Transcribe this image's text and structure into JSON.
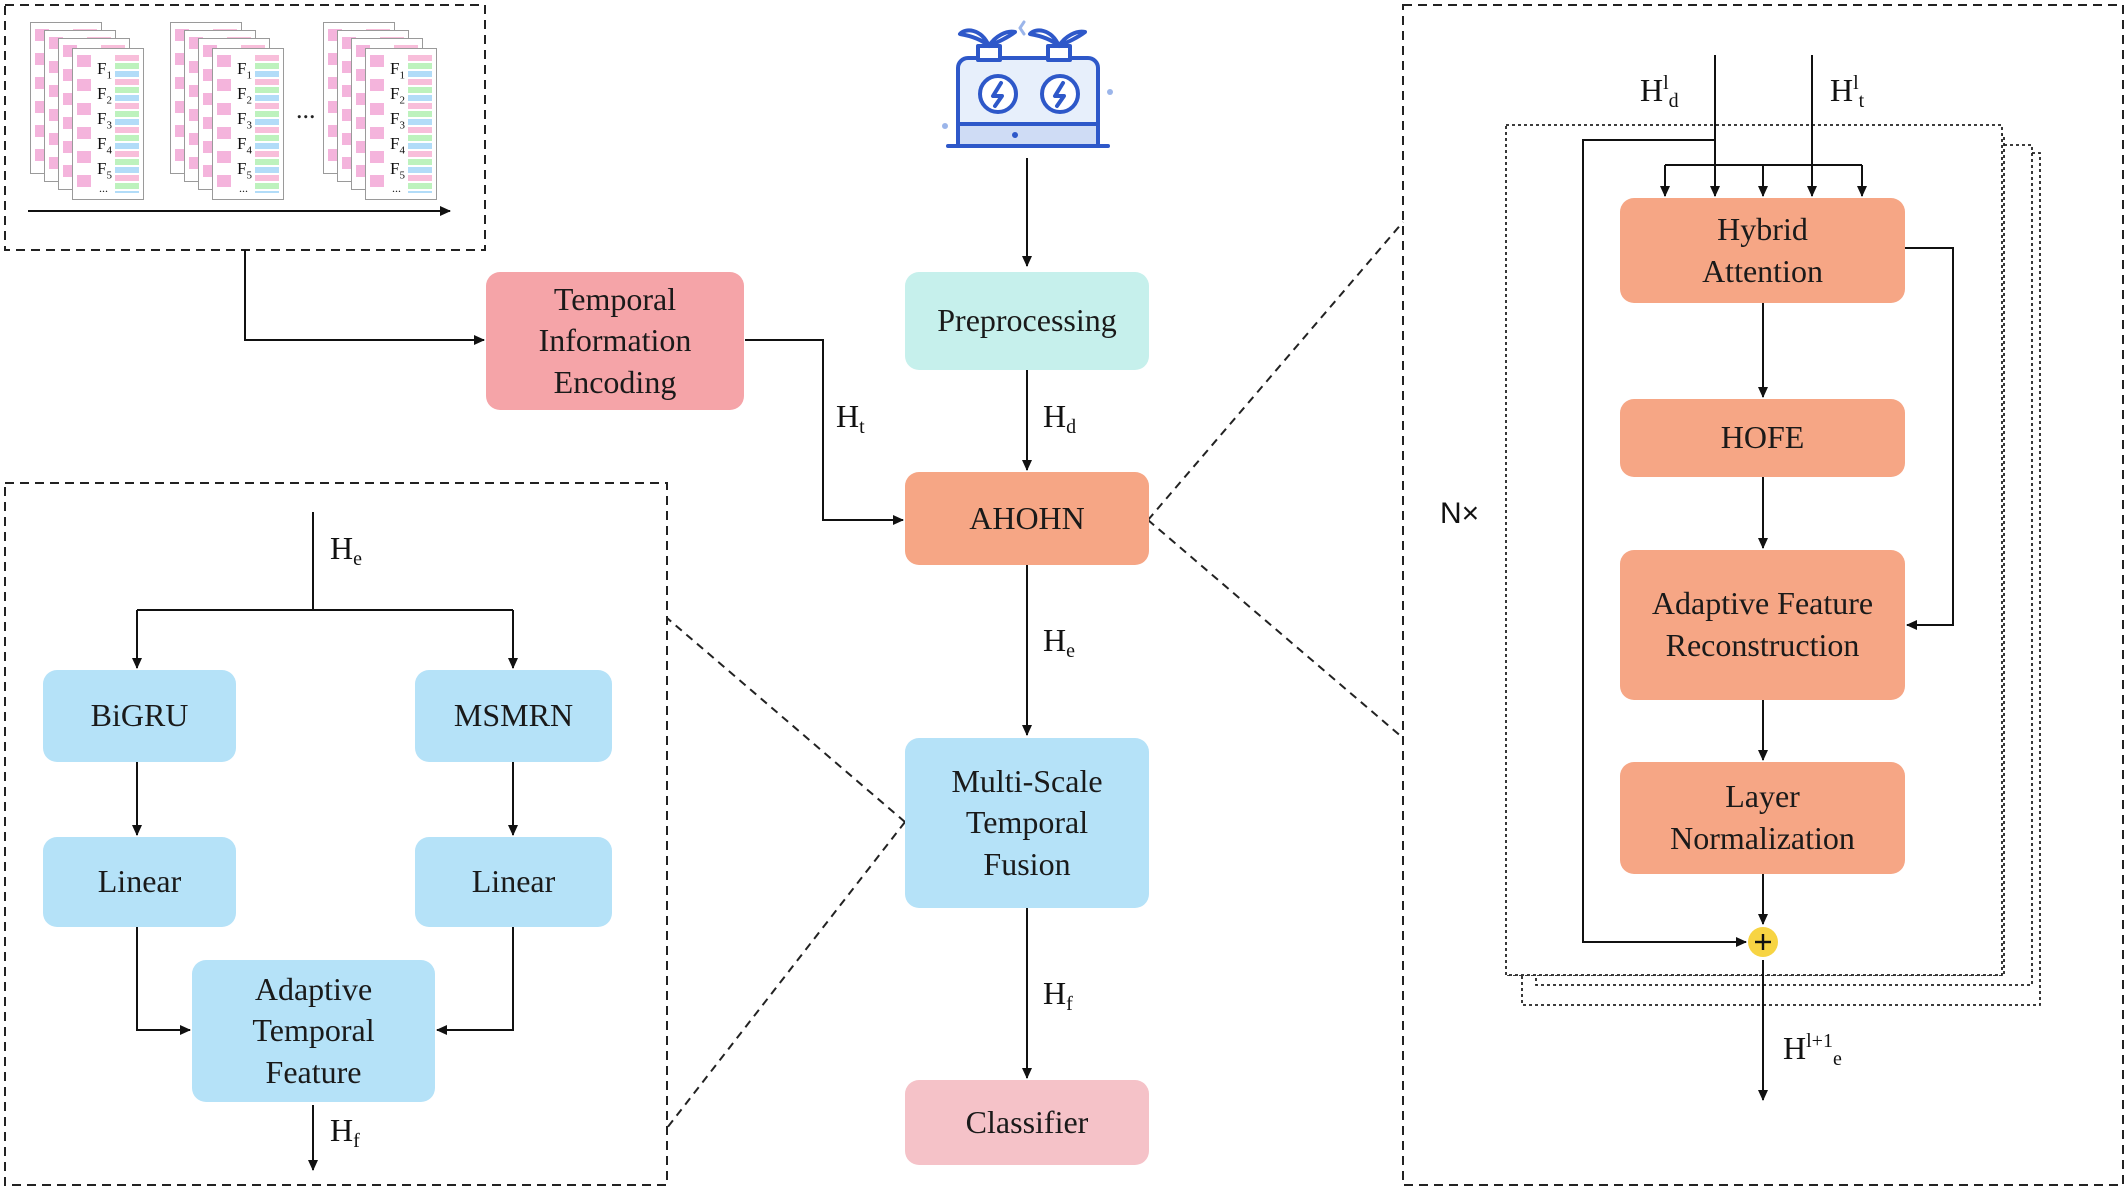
{
  "boxes": {
    "preprocessing": "Preprocessing",
    "temporal_encoding": "Temporal Information Encoding",
    "ahohn": "AHOHN",
    "multiscale_fusion": "Multi-Scale Temporal Fusion",
    "classifier": "Classifier",
    "hybrid_attention": "Hybrid Attention",
    "hofe": "HOFE",
    "adaptive_reconstruction": "Adaptive Feature Reconstruction",
    "layer_norm": "Layer Normalization",
    "bigru": "BiGRU",
    "msmrn": "MSMRN",
    "linear_left": "Linear",
    "linear_right": "Linear",
    "adaptive_temporal": "Adaptive Temporal Feature"
  },
  "labels": {
    "h_base": "H",
    "t": "t",
    "d": "d",
    "e": "e",
    "f": "f",
    "l": "l",
    "l_plus_1": "l+1",
    "repeat": "N×",
    "frame_prefix": "F",
    "frame_indices": [
      "1",
      "2",
      "3",
      "4",
      "5"
    ],
    "frame_more": "...",
    "stack_ellipsis": "..."
  },
  "colors": {
    "teal": "#c6f0ec",
    "pink": "#f5a4a8",
    "salmon": "#f6a685",
    "blue": "#b5e2f8",
    "light_pink": "#f5c2c8",
    "adder": "#f7d443"
  },
  "icons": {
    "device": "battery-charger-device-icon",
    "adder": "plus-adder-icon"
  }
}
